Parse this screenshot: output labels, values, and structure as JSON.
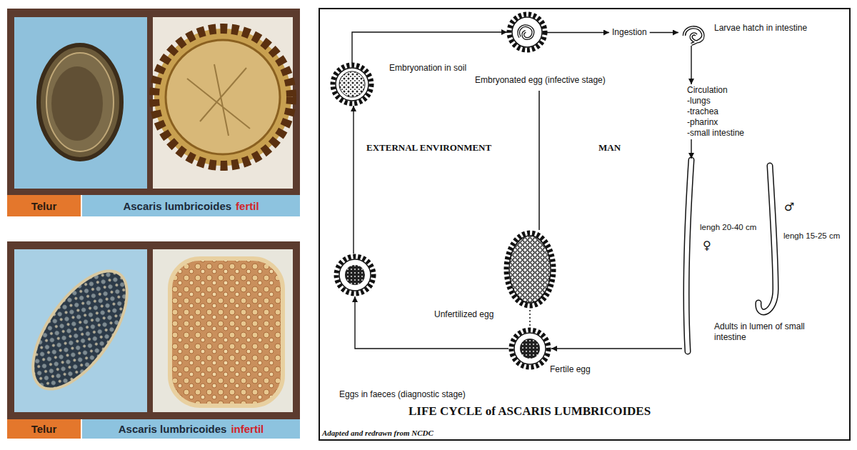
{
  "diagram": {
    "title": "LIFE CYCLE of ASCARIS LUMBRICOIDES",
    "caption": "Adapted and redrawn from NCDC",
    "nodes": [
      {
        "text": [
          "Telur"
        ]
      },
      {
        "text": [
          "Ascaris lumbricoides",
          "fertil"
        ]
      },
      {
        "text": [
          "Telur"
        ]
      },
      {
        "text": [
          "Ascaris lumbricoides",
          "infertil"
        ]
      },
      {
        "text": [
          "Embryonation in soil"
        ]
      },
      {
        "text": [
          "Embryonated egg (infective stage)"
        ]
      },
      {
        "text": [
          "Ingestion"
        ]
      },
      {
        "text": [
          "Larvae hatch in intestine"
        ]
      },
      {
        "text": [
          "Circulation",
          "-lungs",
          "-trachea",
          "-pharinx",
          "-small intestine"
        ]
      },
      {
        "text": [
          "Adults in lumen of small intestine"
        ]
      },
      {
        "text": [
          "Fertile egg"
        ]
      },
      {
        "text": [
          "Unfertilized egg"
        ]
      },
      {
        "text": [
          "Eggs in faeces (diagnostic stage)"
        ]
      }
    ],
    "edges": [
      {
        "from": 4,
        "to": 5,
        "arrow": "to"
      },
      {
        "from": 5,
        "to": 6,
        "arrow": "to"
      },
      {
        "from": 6,
        "to": 7,
        "arrow": "to"
      },
      {
        "from": 7,
        "to": 8,
        "arrow": "to"
      },
      {
        "from": 8,
        "to": 9,
        "arrow": "to"
      },
      {
        "from": 9,
        "to": 10,
        "arrow": "to"
      },
      {
        "from": 10,
        "to": 12,
        "arrow": "to"
      },
      {
        "from": 12,
        "to": 4,
        "arrow": "to"
      }
    ],
    "labels": [
      "EXTERNAL ENVIRONMENT",
      "MAN",
      "lengh 20-40 cm",
      "♀",
      "♂",
      "lengh 15-25 cm"
    ]
  }
}
